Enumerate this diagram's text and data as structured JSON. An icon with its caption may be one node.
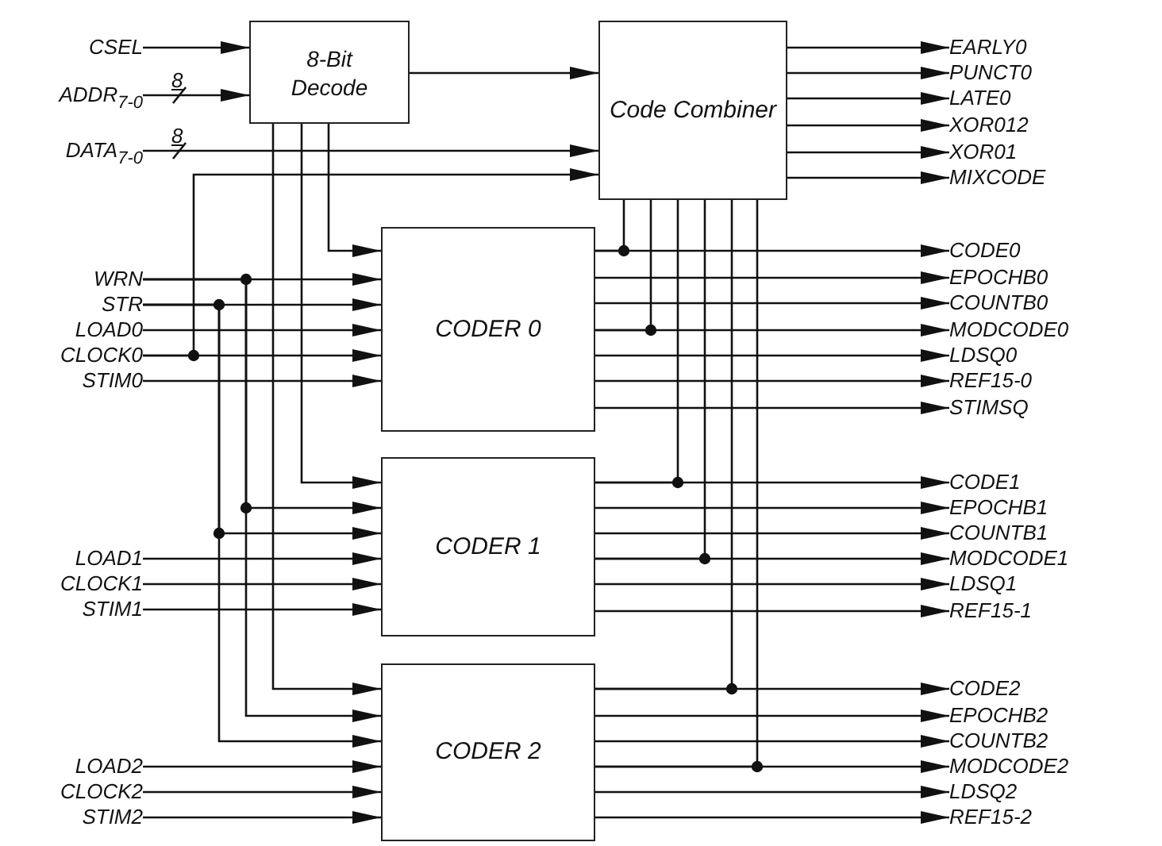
{
  "diagram": {
    "nodes": [
      {
        "text": [
          "CSEL"
        ]
      },
      {
        "text": [
          "ADDR$_{7-0}$"
        ]
      },
      {
        "text": [
          "DATA$_{7-0}$"
        ]
      },
      {
        "text": [
          "8-Bit Decode"
        ]
      },
      {
        "text": [
          "Code Combiner"
        ]
      },
      {
        "text": [
          "EARLY0"
        ]
      },
      {
        "text": [
          "PUNCT0"
        ]
      },
      {
        "text": [
          "LATE0"
        ]
      },
      {
        "text": [
          "XOR012"
        ]
      },
      {
        "text": [
          "XOR01"
        ]
      },
      {
        "text": [
          "MIXCODE"
        ]
      },
      {
        "text": [
          "WRN"
        ]
      },
      {
        "text": [
          "STR"
        ]
      },
      {
        "text": [
          "LOAD0"
        ]
      },
      {
        "text": [
          "CLOCK0"
        ]
      },
      {
        "text": [
          "STIM0"
        ]
      },
      {
        "text": [
          "CODER 0"
        ]
      },
      {
        "text": [
          "CODE0"
        ]
      },
      {
        "text": [
          "EPOCHB0"
        ]
      },
      {
        "text": [
          "COUNTB0"
        ]
      },
      {
        "text": [
          "MODCODE0"
        ]
      },
      {
        "text": [
          "LDSQ0"
        ]
      },
      {
        "text": [
          "REF15-0"
        ]
      },
      {
        "text": [
          "STIMSQ"
        ]
      },
      {
        "text": [
          "LOAD1"
        ]
      },
      {
        "text": [
          "CLOCK1"
        ]
      },
      {
        "text": [
          "STIM1"
        ]
      },
      {
        "text": [
          "CODER 1"
        ]
      },
      {
        "text": [
          "CODE1"
        ]
      },
      {
        "text": [
          "EPOCHB1"
        ]
      },
      {
        "text": [
          "COUNTB1"
        ]
      },
      {
        "text": [
          "MODCODE1"
        ]
      },
      {
        "text": [
          "LDSQ1"
        ]
      },
      {
        "text": [
          "REF15-1"
        ]
      },
      {
        "text": [
          "LOAD2"
        ]
      },
      {
        "text": [
          "CLOCK2"
        ]
      },
      {
        "text": [
          "STIM2"
        ]
      },
      {
        "text": [
          "CODER 2"
        ]
      },
      {
        "text": [
          "CODE2"
        ]
      },
      {
        "text": [
          "EPOCHB2"
        ]
      },
      {
        "text": [
          "COUNTB2"
        ]
      },
      {
        "text": [
          "MODCODE2"
        ]
      },
      {
        "text": [
          "LDSQ2"
        ]
      },
      {
        "text": [
          "REF15-2"
        ]
      }
    ],
    "edges": [
      {
        "from": 0,
        "to": 3,
        "arrow": "to"
      },
      {
        "from": 1,
        "to": 3,
        "arrow": "to",
        "label": "8"
      },
      {
        "from": 2,
        "to": 4,
        "arrow": "to",
        "label": "8"
      },
      {
        "from": 3,
        "to": 4,
        "arrow": "to"
      },
      {
        "from": 4,
        "to": 5,
        "arrow": "to"
      },
      {
        "from": 4,
        "to": 6,
        "arrow": "to"
      },
      {
        "from": 4,
        "to": 7,
        "arrow": "to"
      },
      {
        "from": 4,
        "to": 8,
        "arrow": "to"
      },
      {
        "from": 4,
        "to": 9,
        "arrow": "to"
      },
      {
        "from": 4,
        "to": 10,
        "arrow": "to"
      },
      {
        "from": 3,
        "to": 16,
        "arrow": "to"
      },
      {
        "from": 3,
        "to": 27,
        "arrow": "to"
      },
      {
        "from": 3,
        "to": 37,
        "arrow": "to"
      },
      {
        "from": 11,
        "to": 16,
        "arrow": "to"
      },
      {
        "from": 11,
        "to": 27,
        "arrow": "to"
      },
      {
        "from": 11,
        "to": 37,
        "arrow": "to"
      },
      {
        "from": 12,
        "to": 16,
        "arrow": "to"
      },
      {
        "from": 12,
        "to": 27,
        "arrow": "to"
      },
      {
        "from": 12,
        "to": 37,
        "arrow": "to"
      },
      {
        "from": 13,
        "to": 16,
        "arrow": "to"
      },
      {
        "from": 14,
        "to": 16,
        "arrow": "to"
      },
      {
        "from": 14,
        "to": 4,
        "arrow": "to"
      },
      {
        "from": 15,
        "to": 16,
        "arrow": "to"
      },
      {
        "from": 24,
        "to": 27,
        "arrow": "to"
      },
      {
        "from": 25,
        "to": 27,
        "arrow": "to"
      },
      {
        "from": 26,
        "to": 27,
        "arrow": "to"
      },
      {
        "from": 34,
        "to": 37,
        "arrow": "to"
      },
      {
        "from": 35,
        "to": 37,
        "arrow": "to"
      },
      {
        "from": 36,
        "to": 37,
        "arrow": "to"
      },
      {
        "from": 16,
        "to": 17,
        "arrow": "to"
      },
      {
        "from": 16,
        "to": 18,
        "arrow": "to"
      },
      {
        "from": 16,
        "to": 19,
        "arrow": "to"
      },
      {
        "from": 16,
        "to": 20,
        "arrow": "to"
      },
      {
        "from": 16,
        "to": 21,
        "arrow": "to"
      },
      {
        "from": 16,
        "to": 22,
        "arrow": "to"
      },
      {
        "from": 16,
        "to": 23,
        "arrow": "to"
      },
      {
        "from": 16,
        "to": 4,
        "arrow": "none"
      },
      {
        "from": 16,
        "to": 4,
        "arrow": "none"
      },
      {
        "from": 27,
        "to": 28,
        "arrow": "to"
      },
      {
        "from": 27,
        "to": 29,
        "arrow": "to"
      },
      {
        "from": 27,
        "to": 30,
        "arrow": "to"
      },
      {
        "from": 27,
        "to": 31,
        "arrow": "to"
      },
      {
        "from": 27,
        "to": 32,
        "arrow": "to"
      },
      {
        "from": 27,
        "to": 33,
        "arrow": "to"
      },
      {
        "from": 27,
        "to": 4,
        "arrow": "none"
      },
      {
        "from": 27,
        "to": 4,
        "arrow": "none"
      },
      {
        "from": 37,
        "to": 38,
        "arrow": "to"
      },
      {
        "from": 37,
        "to": 39,
        "arrow": "to"
      },
      {
        "from": 37,
        "to": 40,
        "arrow": "to"
      },
      {
        "from": 37,
        "to": 41,
        "arrow": "to"
      },
      {
        "from": 37,
        "to": 42,
        "arrow": "to"
      },
      {
        "from": 37,
        "to": 43,
        "arrow": "to"
      },
      {
        "from": 37,
        "to": 4,
        "arrow": "none"
      },
      {
        "from": 37,
        "to": 4,
        "arrow": "none"
      }
    ]
  }
}
